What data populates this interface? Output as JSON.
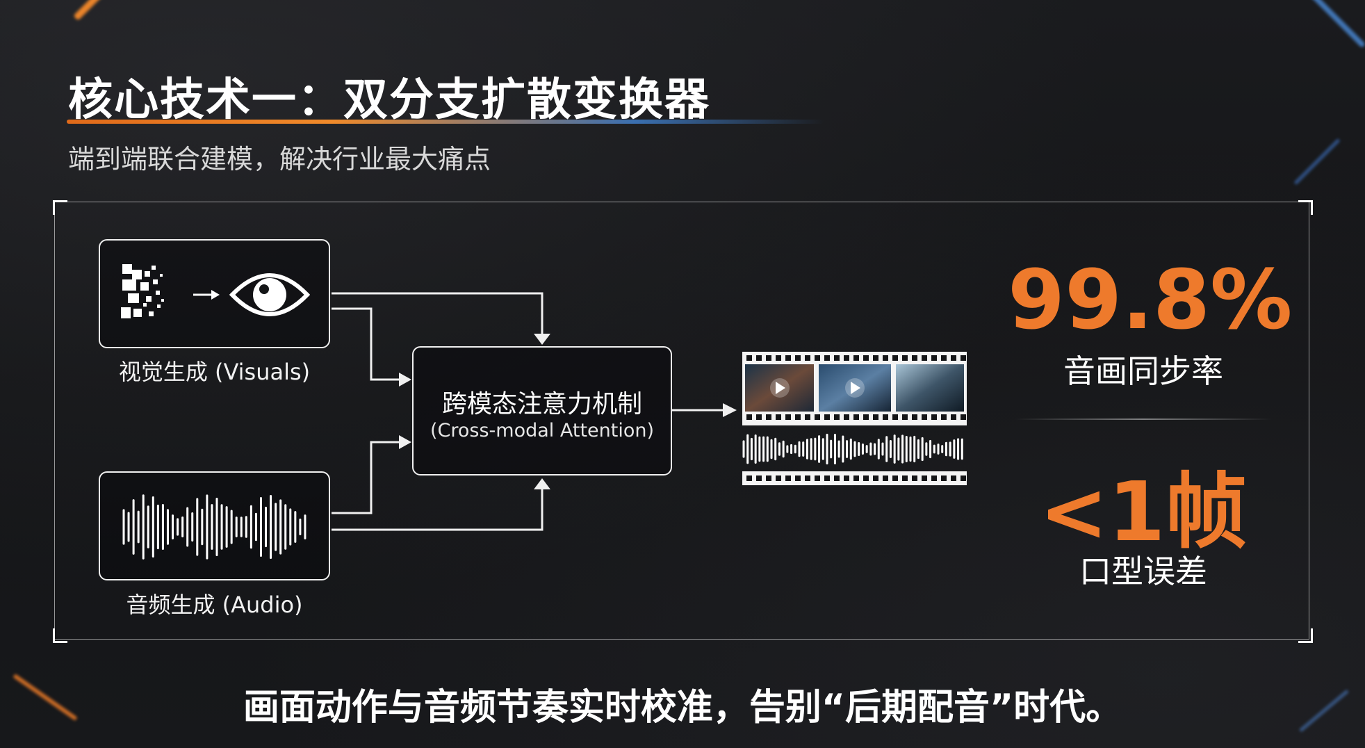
{
  "header": {
    "title": "核心技术一：双分支扩散变换器",
    "subtitle": "端到端联合建模，解决行业最大痛点"
  },
  "diagram": {
    "visual_branch_label": "视觉生成 (Visuals)",
    "audio_branch_label": "音频生成 (Audio)",
    "attention_title": "跨模态注意力机制",
    "attention_subtitle": "(Cross-modal Attention)"
  },
  "stats": [
    {
      "value": "99.8%",
      "label": "音画同步率"
    },
    {
      "value": "<1帧",
      "label": "口型误差"
    }
  ],
  "footer": {
    "caption": "画面动作与音频节奏实时校准，告别“后期配音”时代。"
  },
  "colors": {
    "accent_orange": "#ee7a2c",
    "accent_blue": "#3a6fb0",
    "background": "#121315",
    "line": "#f0f0f0"
  },
  "icons": [
    "pixel-noise-icon",
    "arrow-right-icon",
    "eye-icon",
    "audio-waveform-icon",
    "film-strip-icon",
    "play-icon"
  ]
}
